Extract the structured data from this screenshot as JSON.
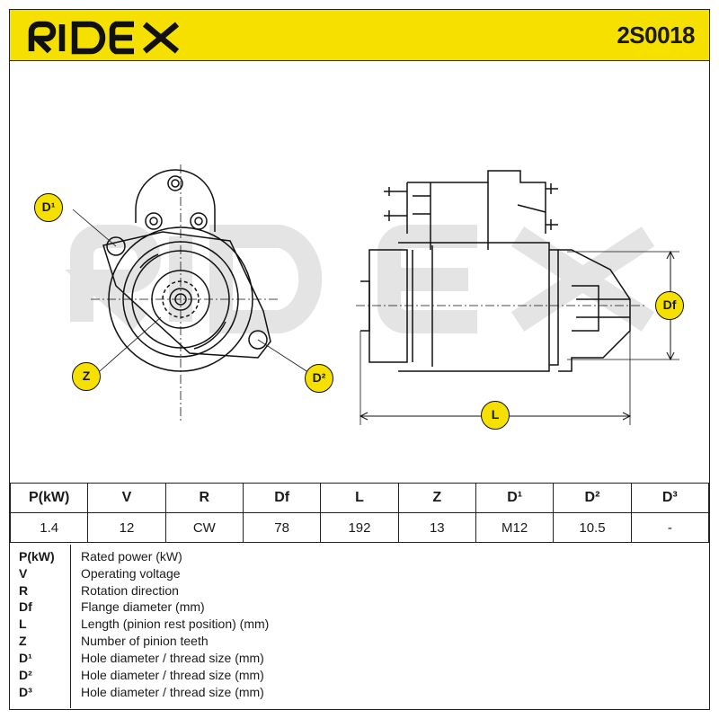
{
  "header": {
    "brand": "RIDEX",
    "code": "2S0018",
    "colors": {
      "yellow": "#f5e000",
      "line": "#1a1a1a",
      "watermark": "#e6e6e6"
    }
  },
  "drawing": {
    "callouts": {
      "d1": "D¹",
      "z": "Z",
      "d2": "D²",
      "df": "Df",
      "l": "L"
    }
  },
  "spec_table": {
    "headers": [
      "P(kW)",
      "V",
      "R",
      "Df",
      "L",
      "Z",
      "D¹",
      "D²",
      "D³"
    ],
    "values": [
      "1.4",
      "12",
      "CW",
      "78",
      "192",
      "13",
      "M12",
      "10.5",
      "-"
    ]
  },
  "legend": [
    {
      "key": "P(kW)",
      "desc": "Rated power (kW)"
    },
    {
      "key": "V",
      "desc": "Operating voltage"
    },
    {
      "key": "R",
      "desc": "Rotation direction"
    },
    {
      "key": "Df",
      "desc": "Flange diameter (mm)"
    },
    {
      "key": "L",
      "desc": "Length (pinion rest position) (mm)"
    },
    {
      "key": "Z",
      "desc": "Number of pinion teeth"
    },
    {
      "key": "D¹",
      "desc": "Hole diameter / thread size (mm)"
    },
    {
      "key": "D²",
      "desc": "Hole diameter / thread size (mm)"
    },
    {
      "key": "D³",
      "desc": "Hole diameter / thread size (mm)"
    }
  ]
}
